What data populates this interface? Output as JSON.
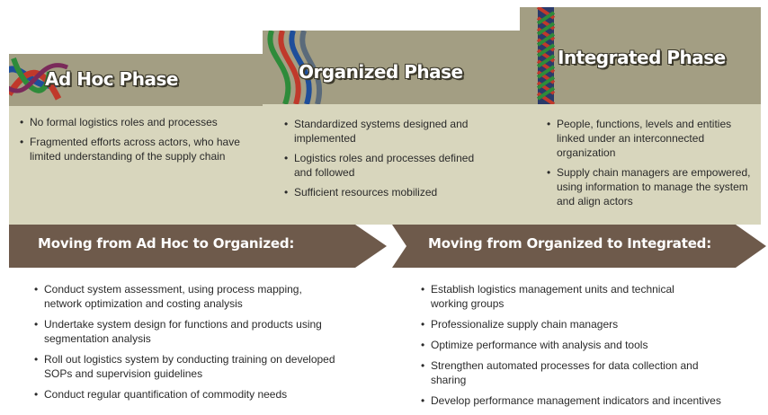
{
  "phases": [
    {
      "title": "Ad Hoc Phase",
      "bullets": [
        "No formal logistics roles and processes",
        "Fragmented efforts across actors, who have limited understanding of the supply chain"
      ]
    },
    {
      "title": "Organized Phase",
      "bullets": [
        "Standardized systems designed and implemented",
        "Logistics roles and processes defined and followed",
        "Sufficient resources mobilized"
      ]
    },
    {
      "title": "Integrated Phase",
      "bullets": [
        "People, functions, levels and entities linked under an interconnected organization",
        "Supply chain managers are empowered, using information to manage the system and align actors"
      ]
    }
  ],
  "transitions": [
    {
      "label": "Moving from Ad Hoc to Organized:",
      "steps": [
        "Conduct system assessment, using process mapping, network optimization and costing analysis",
        "Undertake system design for functions and products using segmentation analysis",
        "Roll out logistics system by conducting training on developed  SOPs and supervision guidelines",
        "Conduct regular quantification of commodity needs"
      ]
    },
    {
      "label": "Moving from Organized to Integrated:",
      "steps": [
        "Establish logistics management units and technical working groups",
        "Professionalize supply chain managers",
        "Optimize performance with analysis and tools",
        "Strengthen automated processes for data collection and sharing",
        "Develop performance management indicators and incentives"
      ]
    }
  ],
  "colors": {
    "header": "#a39e83",
    "panel": "#d8d6bd",
    "arrow": "#6e5a4b",
    "title_outline": "#3d3a2c"
  }
}
